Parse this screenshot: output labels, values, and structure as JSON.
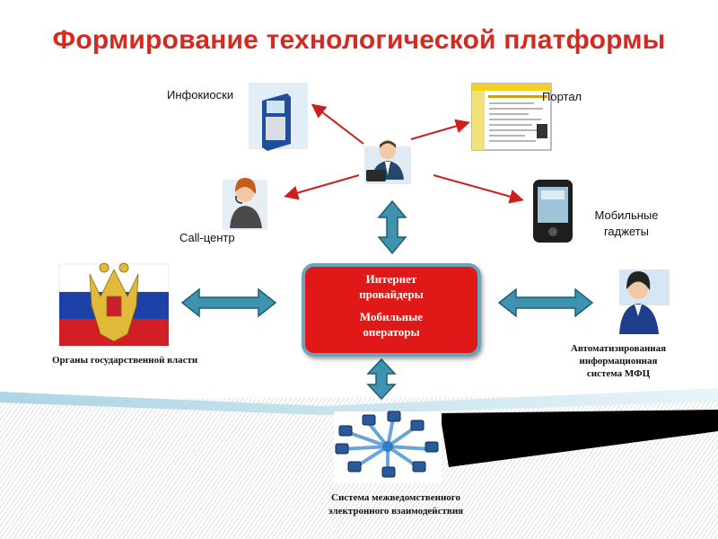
{
  "title": "Формирование технологической платформы",
  "labels": {
    "infokiosks": "Инфокиоски",
    "portal": "Портал",
    "call_center": "Call-центр",
    "mobile_gadgets_1": "Мобильные",
    "mobile_gadgets_2": "гаджеты",
    "gov_bodies": "Органы государственной власти",
    "mfc_1": "Автоматизированная",
    "mfc_2": "информационная",
    "mfc_3": "система МФЦ",
    "smev_1": "Система межведомственного",
    "smev_2": "электронного взаимодействия"
  },
  "center": {
    "line1": "Интернет",
    "line2": "провайдеры",
    "line3": "Мобильные",
    "line4": "операторы"
  },
  "colors": {
    "title": "#d42a1f",
    "center_fill": "#e01818",
    "center_border": "#6aa4bc",
    "arrow_blue": "#3a8eaa",
    "arrow_red": "#cc1f1f"
  }
}
